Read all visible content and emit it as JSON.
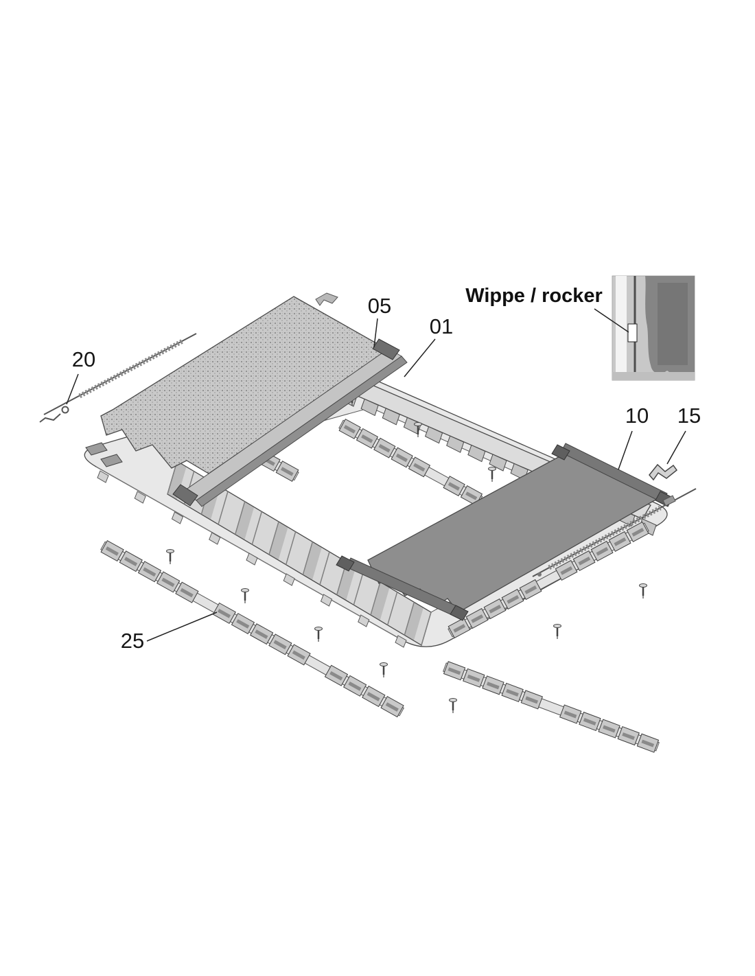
{
  "callouts": [
    {
      "id": "20",
      "label": "20"
    },
    {
      "id": "05",
      "label": "05"
    },
    {
      "id": "01",
      "label": "01"
    },
    {
      "id": "rocker",
      "label": "Wippe / rocker"
    },
    {
      "id": "10",
      "label": "10"
    },
    {
      "id": "15",
      "label": "15"
    },
    {
      "id": "25",
      "label": "25"
    }
  ],
  "colors": {
    "background": "#ffffff",
    "outline": "#4a4a4a",
    "frame_fill": "#e8e8e8",
    "opening_fill": "#ffffff",
    "wall_fill": "#d8d8d8",
    "rail_light": "#c4c4c4",
    "rail_dark": "#8f8f8f",
    "panel_speckle_base": "#c9c9c9",
    "panel_dark": "#8e8e8e",
    "inset_shade": "#858585"
  }
}
